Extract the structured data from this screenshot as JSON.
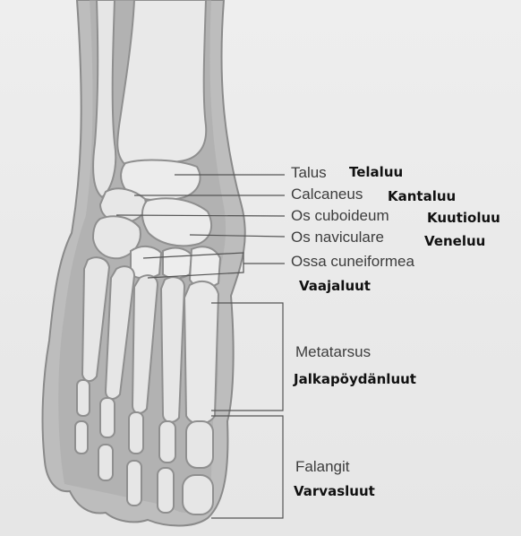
{
  "labels": {
    "talus": {
      "latin": "Talus",
      "finnish": "Telaluu"
    },
    "calcaneus": {
      "latin": "Calcaneus",
      "finnish": "Kantaluu"
    },
    "cuboideum": {
      "latin": "Os cuboideum",
      "finnish": "Kuutioluu"
    },
    "naviculare": {
      "latin": "Os naviculare",
      "finnish": "Veneluu"
    },
    "cuneiformea": {
      "latin": "Ossa cuneiformea",
      "finnish": "Vaajaluut"
    },
    "metatarsus": {
      "latin": "Metatarsus",
      "finnish": "Jalkapöydänluut"
    },
    "phalanges": {
      "latin": "Falangit",
      "finnish": "Varvasluut"
    }
  },
  "colors": {
    "background": "#ececec",
    "soft_tissue": "#b9b9b9",
    "soft_tissue_dark": "#7d7d7d",
    "bone": "#e8e8e8",
    "bone_outline": "#9a9a9a",
    "leader_line": "#555555"
  }
}
